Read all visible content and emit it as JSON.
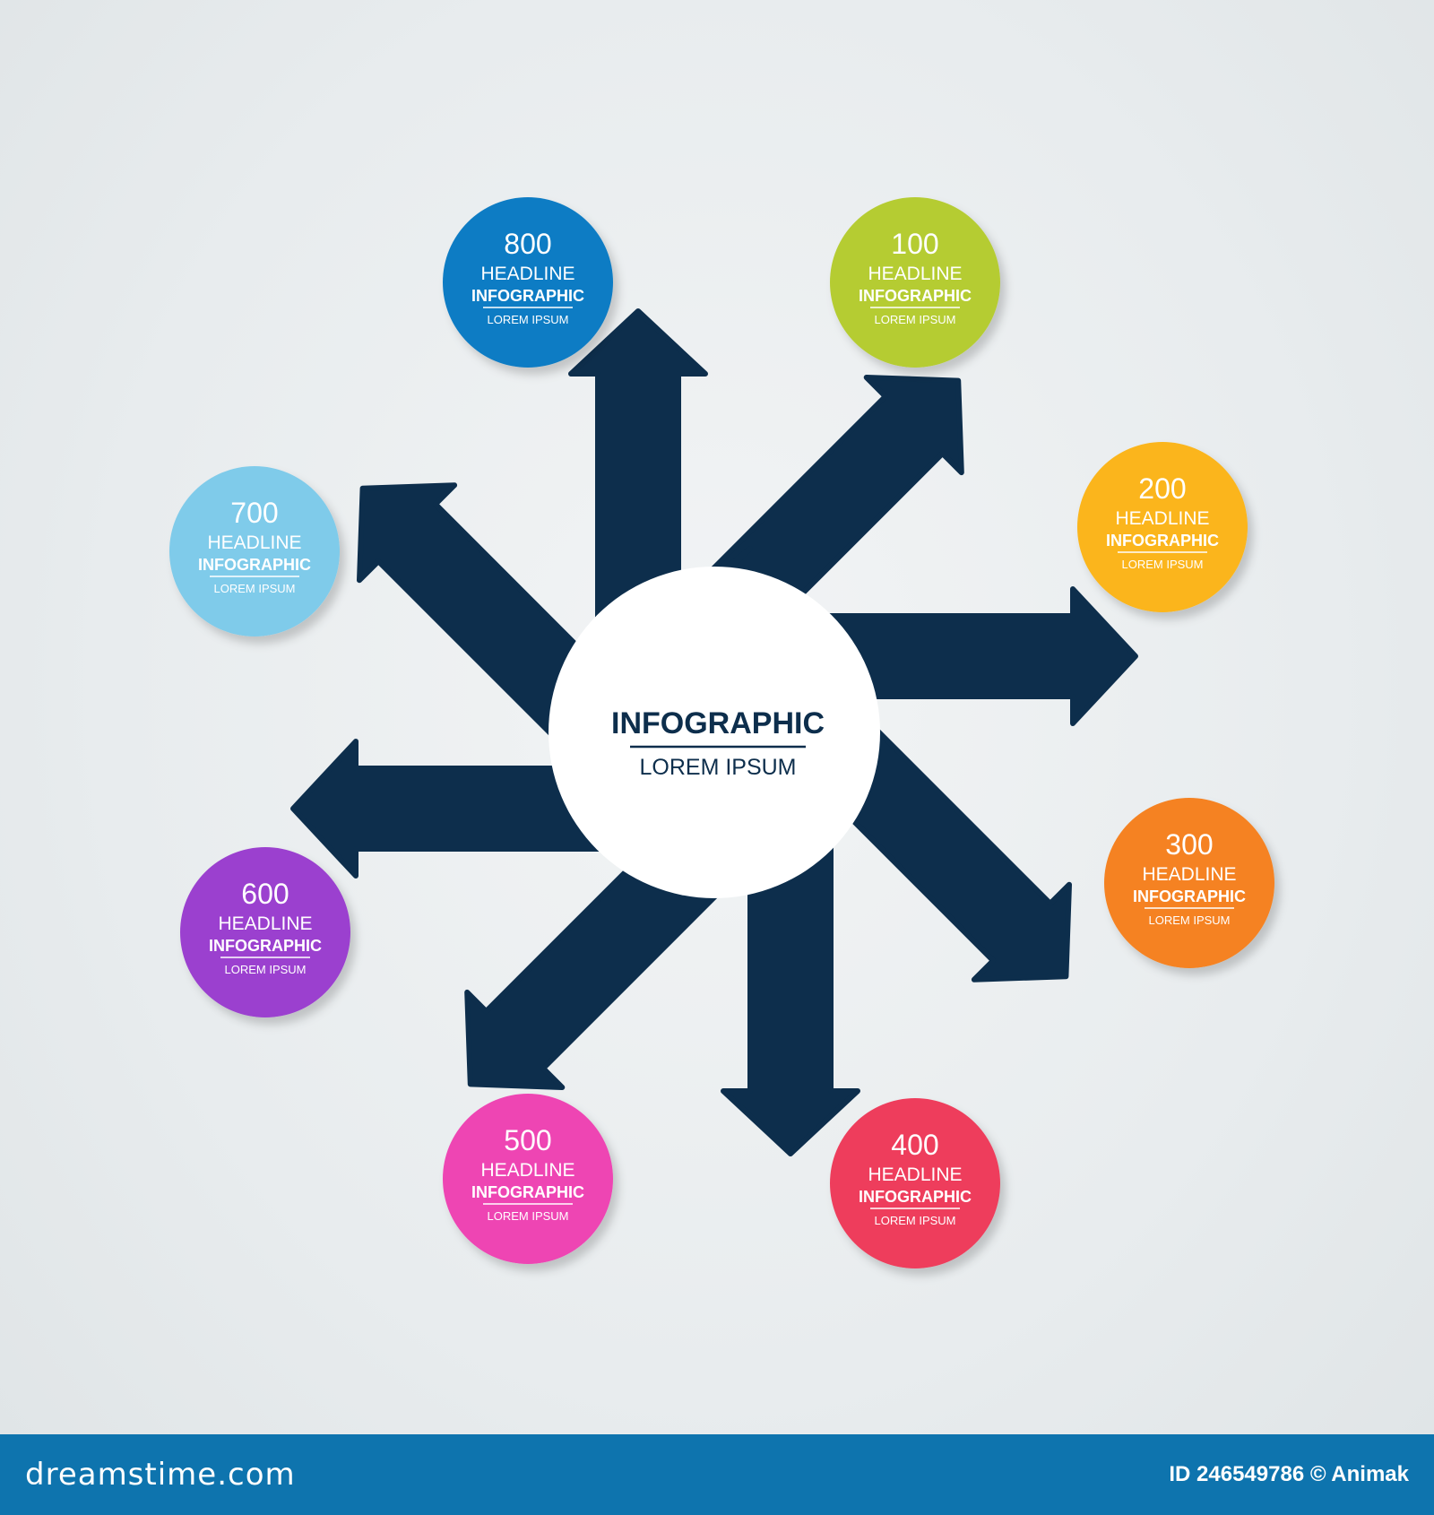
{
  "center": {
    "title": "INFOGRAPHIC",
    "subtitle": "LOREM IPSUM",
    "fill": "#ffffff",
    "text_color": "#0d2e4c"
  },
  "arrow_color": "#0d2e4c",
  "steps": [
    {
      "number": "100",
      "headline": "HEADLINE",
      "label": "INFOGRAPHIC",
      "text": "LOREM IPSUM",
      "color": "#b5cc32"
    },
    {
      "number": "200",
      "headline": "HEADLINE",
      "label": "INFOGRAPHIC",
      "text": "LOREM IPSUM",
      "color": "#fbb51a"
    },
    {
      "number": "300",
      "headline": "HEADLINE",
      "label": "INFOGRAPHIC",
      "text": "LOREM IPSUM",
      "color": "#f58220"
    },
    {
      "number": "400",
      "headline": "HEADLINE",
      "label": "INFOGRAPHIC",
      "text": "LOREM IPSUM",
      "color": "#ee3e5c"
    },
    {
      "number": "500",
      "headline": "HEADLINE",
      "label": "INFOGRAPHIC",
      "text": "LOREM IPSUM",
      "color": "#ee44b3"
    },
    {
      "number": "600",
      "headline": "HEADLINE",
      "label": "INFOGRAPHIC",
      "text": "LOREM IPSUM",
      "color": "#9b3fcf"
    },
    {
      "number": "700",
      "headline": "HEADLINE",
      "label": "INFOGRAPHIC",
      "text": "LOREM IPSUM",
      "color": "#7fcbea"
    },
    {
      "number": "800",
      "headline": "HEADLINE",
      "label": "INFOGRAPHIC",
      "text": "LOREM IPSUM",
      "color": "#0f7cc4"
    }
  ],
  "footer": {
    "brand": "dreamstime.com",
    "credit": "ID 246549786 © Animak",
    "color": "#0e74ae"
  }
}
